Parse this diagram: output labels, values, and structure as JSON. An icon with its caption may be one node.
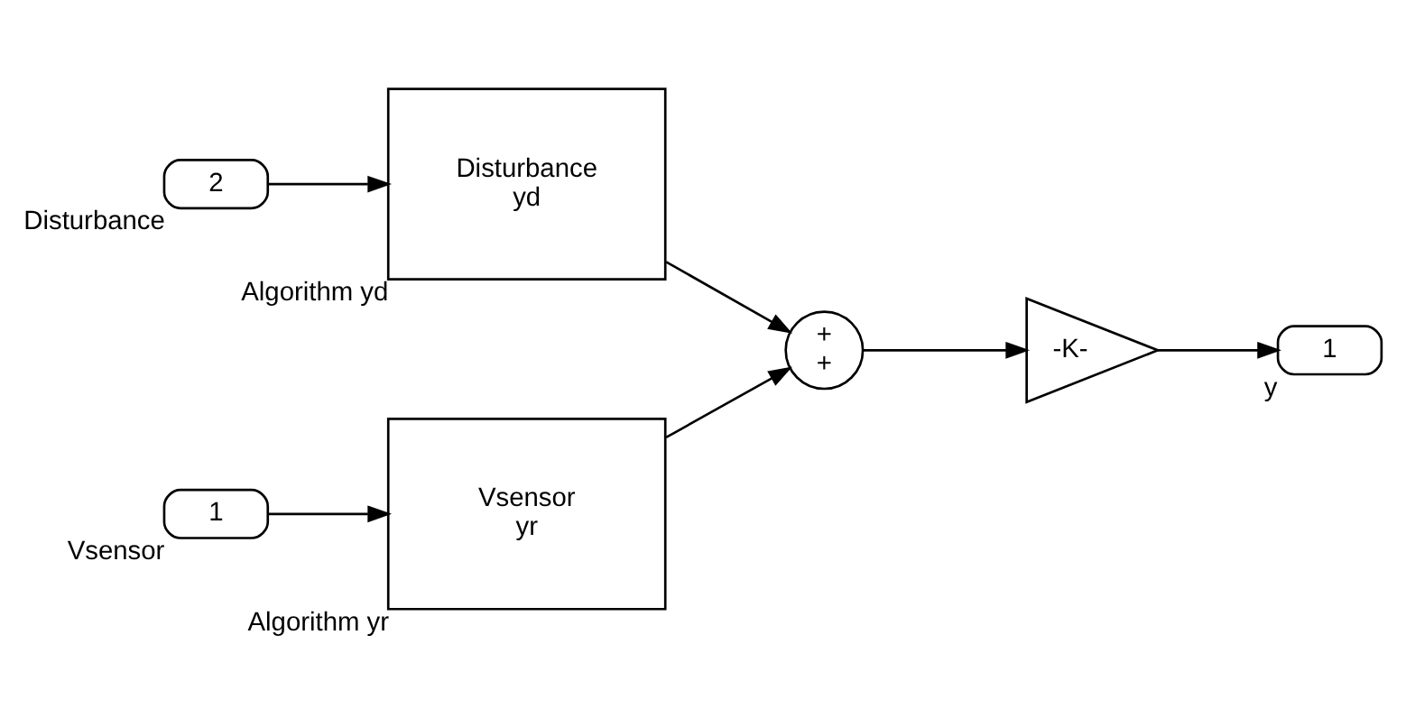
{
  "diagram": {
    "nodes": [
      {
        "text": [
          "2"
        ],
        "beside": [
          "Disturbance"
        ]
      },
      {
        "text": [
          "Disturbance",
          "yd"
        ],
        "beside": [
          "Algorithm yd"
        ]
      },
      {
        "text": [
          "+",
          "+"
        ]
      },
      {
        "text": [
          "-K-"
        ]
      },
      {
        "text": [
          "1"
        ],
        "beside": [
          "y"
        ]
      },
      {
        "text": [
          "1"
        ],
        "beside": [
          "Vsensor"
        ]
      },
      {
        "text": [
          "Vsensor",
          "yr"
        ],
        "beside": [
          "Algorithm yr"
        ]
      }
    ],
    "edges": [
      {
        "from": 0,
        "to": 1,
        "arrow": "to"
      },
      {
        "from": 1,
        "to": 2,
        "arrow": "to"
      },
      {
        "from": 2,
        "to": 3,
        "arrow": "to"
      },
      {
        "from": 3,
        "to": 4,
        "arrow": "to"
      },
      {
        "from": 5,
        "to": 6,
        "arrow": "to"
      },
      {
        "from": 6,
        "to": 2,
        "arrow": "to"
      }
    ]
  }
}
